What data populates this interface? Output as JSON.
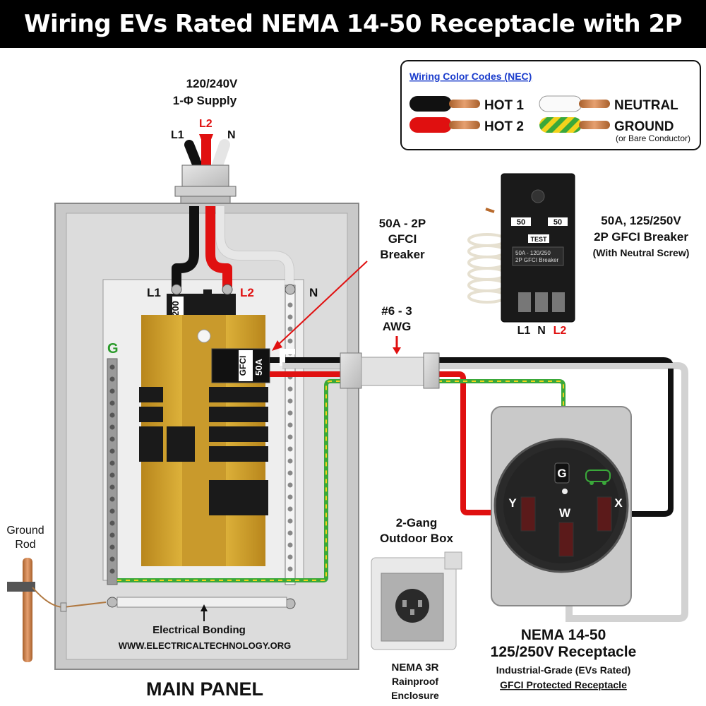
{
  "title": "Wiring EVs Rated NEMA 14-50 Receptacle with 2P GFCI",
  "supply": {
    "line1": "120/240V",
    "line2": "1-Φ Supply",
    "l1": "L1",
    "l2": "L2",
    "n": "N"
  },
  "legend": {
    "heading": "Wiring Color Codes (NEC)",
    "hot1": "HOT 1",
    "hot2": "HOT 2",
    "neutral": "NEUTRAL",
    "ground": "GROUND",
    "ground_note": "(or Bare Conductor)"
  },
  "panel": {
    "main_breaker": "200",
    "l1": "L1",
    "l2": "L2",
    "n": "N",
    "g": "G",
    "gfci_label": "GFCI",
    "gfci_rating": "50A",
    "bonding": "Electrical Bonding",
    "website": "WWW.ELECTRICALTECHNOLOGY.ORG",
    "name": "MAIN PANEL"
  },
  "callout_breaker": {
    "line1": "50A - 2P",
    "line2": "GFCI",
    "line3": "Breaker"
  },
  "cable": {
    "line1": "#6 - 3",
    "line2": "AWG"
  },
  "gfci_device": {
    "line1": "50A, 125/250V",
    "line2": "2P GFCI Breaker",
    "line3": "(With Neutral Screw)",
    "pole1": "50",
    "pole2": "50",
    "test": "TEST",
    "rating_text1": "50A - 120/250",
    "rating_text2": "2P GFCI Breaker",
    "t1": "L1",
    "t2": "N",
    "t3": "L2"
  },
  "ground_rod": {
    "line1": "Ground",
    "line2": "Rod"
  },
  "outdoor_box": {
    "line1": "2-Gang",
    "line2": "Outdoor Box",
    "cap1": "NEMA 3R",
    "cap2": "Rainproof",
    "cap3": "Enclosure"
  },
  "receptacle": {
    "g": "G",
    "y": "Y",
    "w": "W",
    "x": "X",
    "line1": "NEMA 14-50",
    "line2": "125/250V Receptacle",
    "line3": "Industrial-Grade (EVs Rated)",
    "line4": "GFCI Protected Receptacle"
  },
  "colors": {
    "hot1": "#111111",
    "hot2": "#e01010",
    "neutral": "#ffffff",
    "ground": "#3aa83a",
    "ground_stripe": "#f2d21c",
    "busbar": "#d8a830"
  },
  "icons": [
    "lightbulb-icon",
    "ev-car-icon",
    "arrow-icon"
  ]
}
